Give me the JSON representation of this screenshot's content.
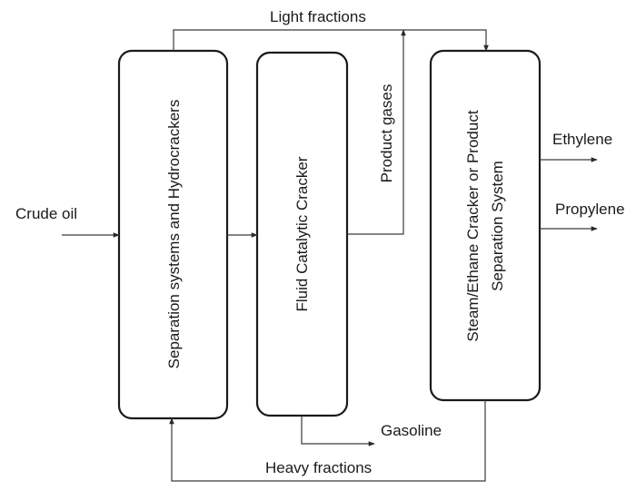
{
  "inputs": {
    "crude_oil": "Crude oil"
  },
  "boxes": {
    "separation": "Separation systems and Hydrocrackers",
    "fcc": "Fluid Catalytic Cracker",
    "steam_line1": "Steam/Ethane Cracker or Product",
    "steam_line2": "Separation System"
  },
  "flows": {
    "light_fractions": "Light fractions",
    "product_gases": "Product gases",
    "heavy_fractions": "Heavy fractions",
    "gasoline": "Gasoline"
  },
  "outputs": {
    "ethylene": "Ethylene",
    "propylene": "Propylene"
  },
  "colors": {
    "stroke": "#1a1a1a",
    "line": "#3a3a3a"
  }
}
